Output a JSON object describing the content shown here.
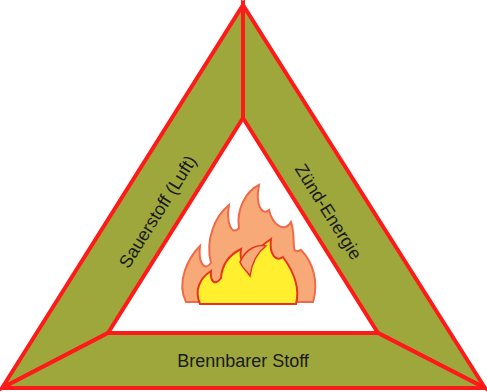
{
  "diagram": {
    "nodes": [
      {
        "text": [
          "Sauerstoff (Luft)"
        ]
      },
      {
        "text": [
          "Zünd-Energie"
        ]
      },
      {
        "text": [
          "Brennbarer Stoff"
        ]
      }
    ]
  }
}
